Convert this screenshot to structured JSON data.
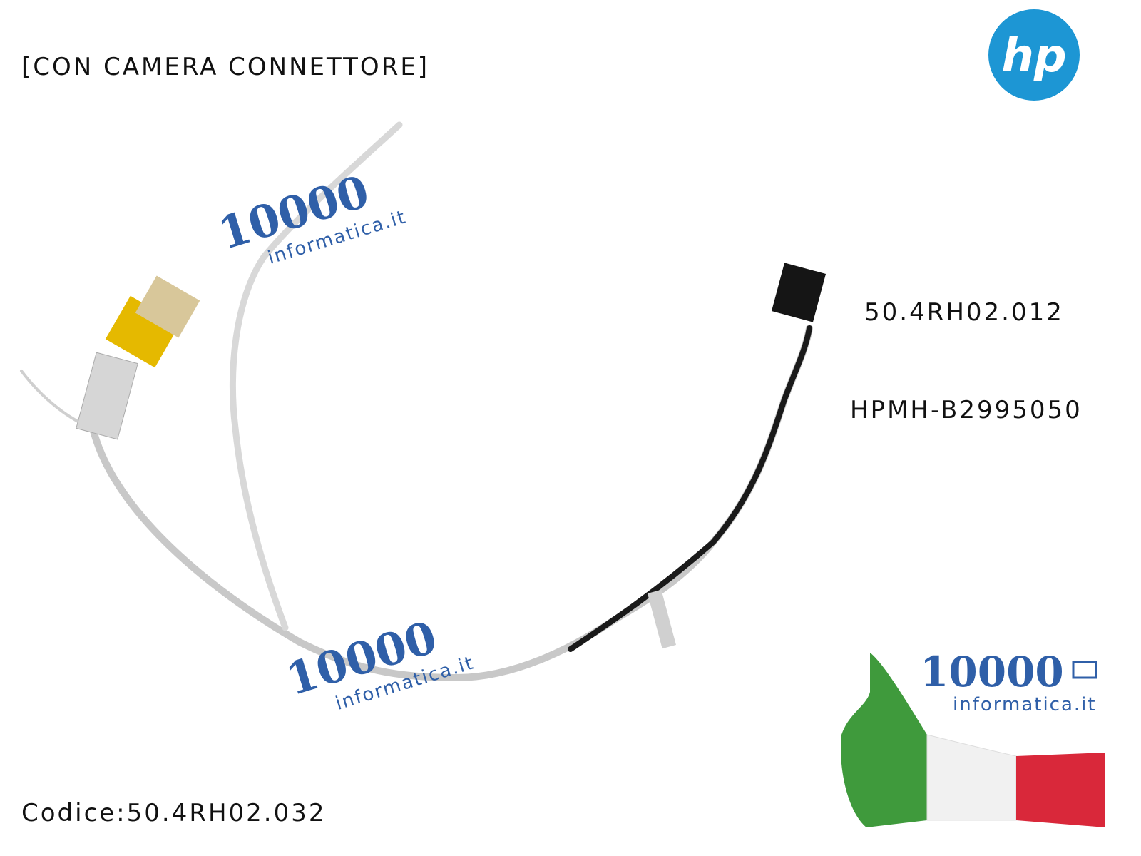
{
  "header": {
    "title": "[CON CAMERA CONNETTORE]"
  },
  "brand": {
    "logo_text": "hp",
    "color": "#1d96d4"
  },
  "part_numbers": {
    "primary": "50.4RH02.012",
    "secondary": "HPMH-B2995050"
  },
  "footer": {
    "code": "Codice:50.4RH02.032"
  },
  "watermark": {
    "number": "10000",
    "domain": "informatica.it",
    "color": "#2f5fa8"
  },
  "flag_colors": {
    "green": "#3f9a3c",
    "white": "#f4f4f4",
    "red": "#d9283a"
  }
}
